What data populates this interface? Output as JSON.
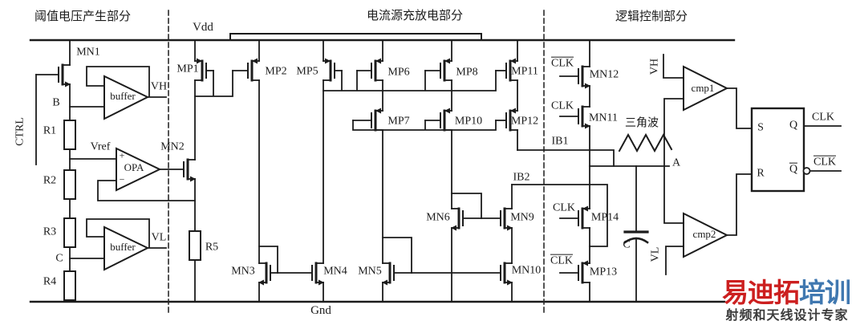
{
  "sections": {
    "threshold_title": "阈值电压产生部分",
    "current_title": "电流源充放电部分",
    "logic_title": "逻辑控制部分"
  },
  "power": {
    "vdd": "Vdd",
    "gnd": "Gnd"
  },
  "left": {
    "ctrl": "CTRL",
    "mn1": "MN1",
    "node_b": "B",
    "node_c": "C",
    "r1": "R1",
    "r2": "R2",
    "r3": "R3",
    "r4": "R4",
    "r5": "R5",
    "vref": "Vref",
    "opa": "OPA",
    "opa_plus": "+",
    "opa_minus": "−",
    "buffer_top": "buffer",
    "buffer_bottom": "buffer",
    "vh": "VH",
    "vl": "VL",
    "mn2": "MN2"
  },
  "mirror": {
    "mp1": "MP1",
    "mp2": "MP2",
    "mp5": "MP5",
    "mp6": "MP6",
    "mp7": "MP7",
    "mp8": "MP8",
    "mp10": "MP10",
    "mp11": "MP11",
    "mp12": "MP12",
    "mn3": "MN3",
    "mn4": "MN4",
    "mn5": "MN5",
    "mn6": "MN6",
    "mn9": "MN9",
    "mn10": "MN10",
    "ib1": "IB1",
    "ib2": "IB2"
  },
  "logic": {
    "clk": "CLK",
    "clk_bar": "CLK",
    "mn12": "MN12",
    "mn11": "MN11",
    "mp14": "MP14",
    "mp13": "MP13",
    "triangle_wave": "三角波",
    "node_a": "A",
    "cap": "C",
    "vh": "VH",
    "vl": "VL",
    "cmp1": "cmp1",
    "cmp2": "cmp2",
    "latch": {
      "s": "S",
      "r": "R",
      "q": "Q",
      "q_bar": "Q",
      "clk_out": "CLK",
      "clk_bar_out": "CLK"
    }
  },
  "watermark": {
    "brand_red": "易迪拓",
    "brand_blue": "培训",
    "tagline": "射频和天线设计专家"
  },
  "colors": {
    "wire": "#1c1c1c",
    "watermark_red": "#cc1f1f",
    "watermark_blue": "#4078b0",
    "watermark_gray": "#3c3c3c"
  }
}
